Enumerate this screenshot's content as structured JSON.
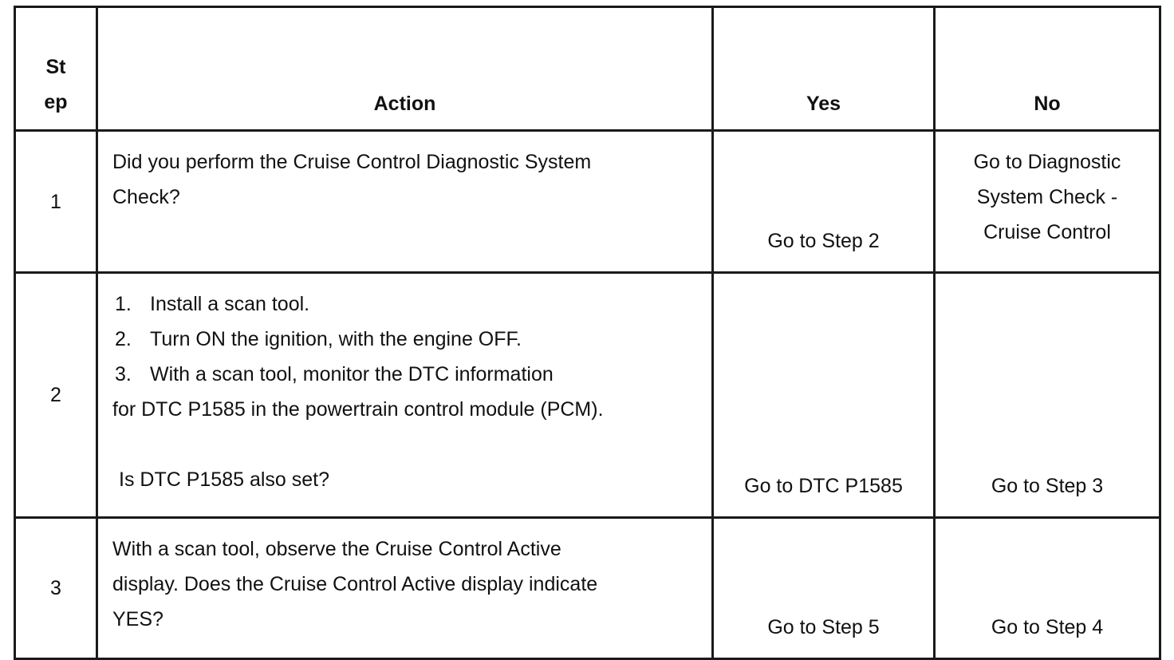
{
  "table": {
    "headers": {
      "step_line1": "St",
      "step_line2": "ep",
      "action": "Action",
      "yes": "Yes",
      "no": "No"
    },
    "rows": [
      {
        "step": "1",
        "action_lines": [
          "Did you perform the Cruise Control Diagnostic System",
          "Check?"
        ],
        "yes": "Go to Step 2",
        "no_lines": [
          "Go to Diagnostic",
          "System Check -",
          "Cruise Control"
        ]
      },
      {
        "step": "2",
        "items": [
          {
            "num": "1.",
            "text": "Install a scan tool."
          },
          {
            "num": "2.",
            "text": "Turn ON the ignition, with the engine OFF."
          },
          {
            "num": "3.",
            "text": "With a scan tool, monitor the DTC information"
          }
        ],
        "continuation": "for DTC P1585 in the powertrain control module (PCM).",
        "question": "Is DTC P1585 also set?",
        "yes": "Go to DTC P1585",
        "no": "Go to Step 3"
      },
      {
        "step": "3",
        "action_lines": [
          "With a scan tool, observe the Cruise Control Active",
          "display. Does the Cruise Control Active display indicate",
          "YES?"
        ],
        "yes": "Go to Step 5",
        "no": "Go to Step 4"
      }
    ]
  }
}
